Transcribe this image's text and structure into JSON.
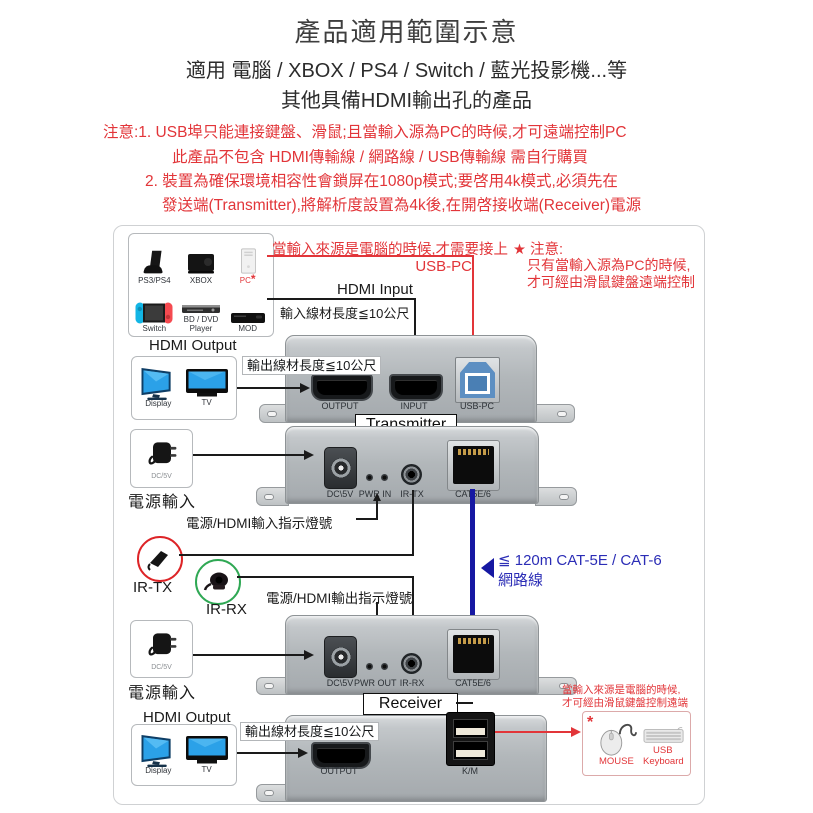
{
  "colors": {
    "accent_red": "#e23539",
    "blue_text": "#2b2db6",
    "cable_blue": "#1618a2"
  },
  "page": {
    "title": "產品適用範圍示意",
    "subtitle1": "適用 電腦 / XBOX / PS4 / Switch / 藍光投影機...等",
    "subtitle2": "其他具備HDMI輸出孔的產品"
  },
  "notes": {
    "l1": "注意:1. USB埠只能連接鍵盤、滑鼠;且當輸入源為PC的時候,才可遠端控制PC",
    "l2": "此產品不包含 HDMI傳輸線 / 網路線 / USB傳輸線 需自行購買",
    "l3": "2. 裝置為確保環境相容性會鎖屏在1080p模式;要啓用4k模式,必須先在",
    "l4": "發送端(Transmitter),將解析度設置為4k後,在開啓接收端(Receiver)電源"
  },
  "sources": {
    "ps": "PS3/PS4",
    "xbox": "XBOX",
    "pc": "PC",
    "pc_star": "*",
    "switch": "Switch",
    "bd1": "BD / DVD",
    "bd2": "Player",
    "mod": "MOD"
  },
  "top_note": {
    "text": "當輸入來源是電腦的時候,才需要接上",
    "usb": "USB-PC"
  },
  "star_note": {
    "title": "★ 注意:",
    "l1": "只有當輸入源為PC的時候,",
    "l2": "才可經由滑鼠鍵盤遠端控制"
  },
  "labels": {
    "hdmi_input": "HDMI Input",
    "input_len": "輸入線材長度≦10公尺",
    "hdmi_output": "HDMI Output",
    "output_len": "輸出線材長度≦10公尺",
    "display": "Display",
    "tv": "TV",
    "power_in": "電源輸入",
    "dc5v": "DC/5V",
    "ind_in": "電源/HDMI輸入指示燈號",
    "ind_out": "電源/HDMI輸出指示燈號",
    "ir_tx": "IR-TX",
    "ir_rx": "IR-RX"
  },
  "tx": {
    "name": "Transmitter",
    "output": "OUTPUT",
    "input": "INPUT",
    "usb": "USB-PC",
    "dc": "DC\\5V",
    "pwr": "PWR IN",
    "ir": "IR-TX",
    "cat": "CAT5E/6"
  },
  "rx": {
    "name": "Receiver",
    "dc": "DC\\5V",
    "pwr": "PWR OUT",
    "ir": "IR-RX",
    "cat": "CAT5E/6",
    "output": "OUTPUT",
    "km": "K/M"
  },
  "cable_note": {
    "l1": "≦ 120m CAT-5E / CAT-6",
    "l2": "網路線"
  },
  "km_note": {
    "star": "*",
    "l1": "當輸入來源是電腦的時候,",
    "l2": "才可經由滑鼠鍵盤控制遠端",
    "mouse": "MOUSE",
    "usb": "USB",
    "keyboard": "Keyboard"
  }
}
